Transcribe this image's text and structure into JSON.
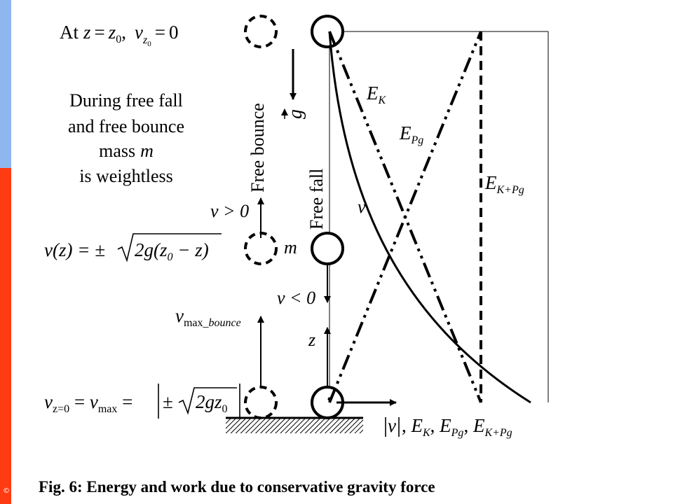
{
  "side_bar": {
    "accent_top": "#8fb7ef",
    "accent_bottom": "#ff3b12",
    "copyright_glyph": "©"
  },
  "initial_condition": {
    "at": "At",
    "z": "z",
    "eq": "=",
    "z0": "z",
    "z0_sub": "0",
    "comma": ",",
    "v": "v",
    "v_sub": "z",
    "v_subsub": "0",
    "eq2": "=",
    "zero": "0"
  },
  "weightless_note": {
    "lines": [
      "During free fall",
      "and free bounce",
      "mass",
      "is weightless"
    ],
    "m": "m"
  },
  "gravity": {
    "g": "g"
  },
  "labels": {
    "free_bounce": "Free bounce",
    "free_fall": "Free fall",
    "v_pos": "v > 0",
    "v_neg": "v < 0",
    "z_axis": "z",
    "mass_m": "m",
    "curve_v": "v"
  },
  "velocity_formula": {
    "lhs": "v(z) = ±",
    "radicand": "2g(z",
    "sub0": "0",
    "rest": " − z)"
  },
  "vmax_bounce": {
    "v": "v",
    "sub": "max_",
    "sub_it": "bounce"
  },
  "vmax_formula": {
    "v": "v",
    "sub": "z=0",
    "eq": " = ",
    "v2": "v",
    "sub2": "max",
    "eq2": " = ",
    "pm": "±",
    "radicand": "2gz",
    "sub0": "0"
  },
  "energy_labels": {
    "ek": {
      "base": "E",
      "sub": "K"
    },
    "epg": {
      "base": "E",
      "sub": "Pg"
    },
    "ektot": {
      "base": "E",
      "sub": "K+Pg"
    }
  },
  "x_axis_label": {
    "abs_v": "v",
    "sep1": ", ",
    "ek": "E",
    "ek_sub": "K",
    "sep2": ", ",
    "epg": "E",
    "epg_sub": "Pg",
    "sep3": ", ",
    "ekp": "E",
    "ekp_sub": "K+Pg"
  },
  "caption": {
    "fig": "Fig. 6",
    "text": ": Energy and work due to conservative gravity force"
  }
}
